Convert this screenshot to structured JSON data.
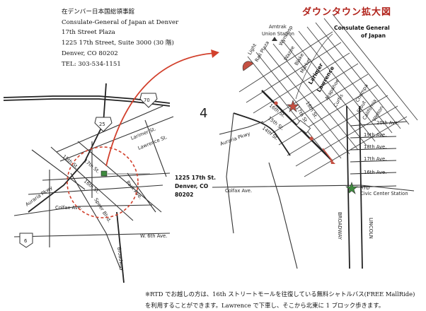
{
  "address": {
    "line1": "在デンバー日本国総領事館",
    "line2": "Consulate-General of Japan at Denver",
    "line3": "17th Street Plaza",
    "line4": "1225 17th Street, Suite 3000 (30 階)",
    "line5": "Denver, CO 80202",
    "line6": "TEL: 303-534-1151"
  },
  "zoom_title": "ダウンタウン拡大図",
  "left_map": {
    "i70": "70",
    "i25": "25",
    "us6": "6",
    "streets": {
      "larimer": "Larimer St.",
      "lawrence": "Lawrence St.",
      "st15": "15th St.",
      "st17": "17th St.",
      "auraria": "Auraria Pkwy",
      "colfax": "Colfax Ave.",
      "park": "Park Ave.",
      "speer": "Speer Blvd.",
      "broadway": "Broadway",
      "w6th": "W. 6th Ave.",
      "cityst": "16th St."
    },
    "callout": {
      "line1": "1225 17th St.",
      "line2": "Denver, CO",
      "line3": "80202"
    },
    "arrow4": "4"
  },
  "right_map": {
    "amtrak": "Amtrak",
    "union": "Union Station",
    "consulate1": "Consulate General",
    "consulate2": "of Japan",
    "light_rail1": "Light",
    "light_rail2": "Rail Plaza",
    "streets": [
      "Wynkoop",
      "Wazee",
      "Blake",
      "Market",
      "Larimer",
      "Lawrence",
      "Arapahoe",
      "Curtis",
      "Champa",
      "Stout",
      "California",
      "Welton"
    ],
    "cross": [
      "18th St.",
      "17th St.",
      "16th St.",
      "15th St.",
      "14th St."
    ],
    "aves": [
      "20th Ave.",
      "19th Ave.",
      "18th Ave.",
      "17th Ave.",
      "16th Ave."
    ],
    "auraria": "Auraria Pkwy",
    "colfax": "Colfax Ave.",
    "rtd1": "RTD",
    "rtd2": "Civic Center Station",
    "broadway": "BROADWAY",
    "lincoln": "LINCOLN"
  },
  "note": {
    "line1": "※RTD でお越しの方は、16th ストリートモールを往復している無料シャトルバス(FREE MallRide)",
    "line2": "を利用することができます。Lawrence で下車し、そこから北東に 1 ブロック歩きます。"
  }
}
